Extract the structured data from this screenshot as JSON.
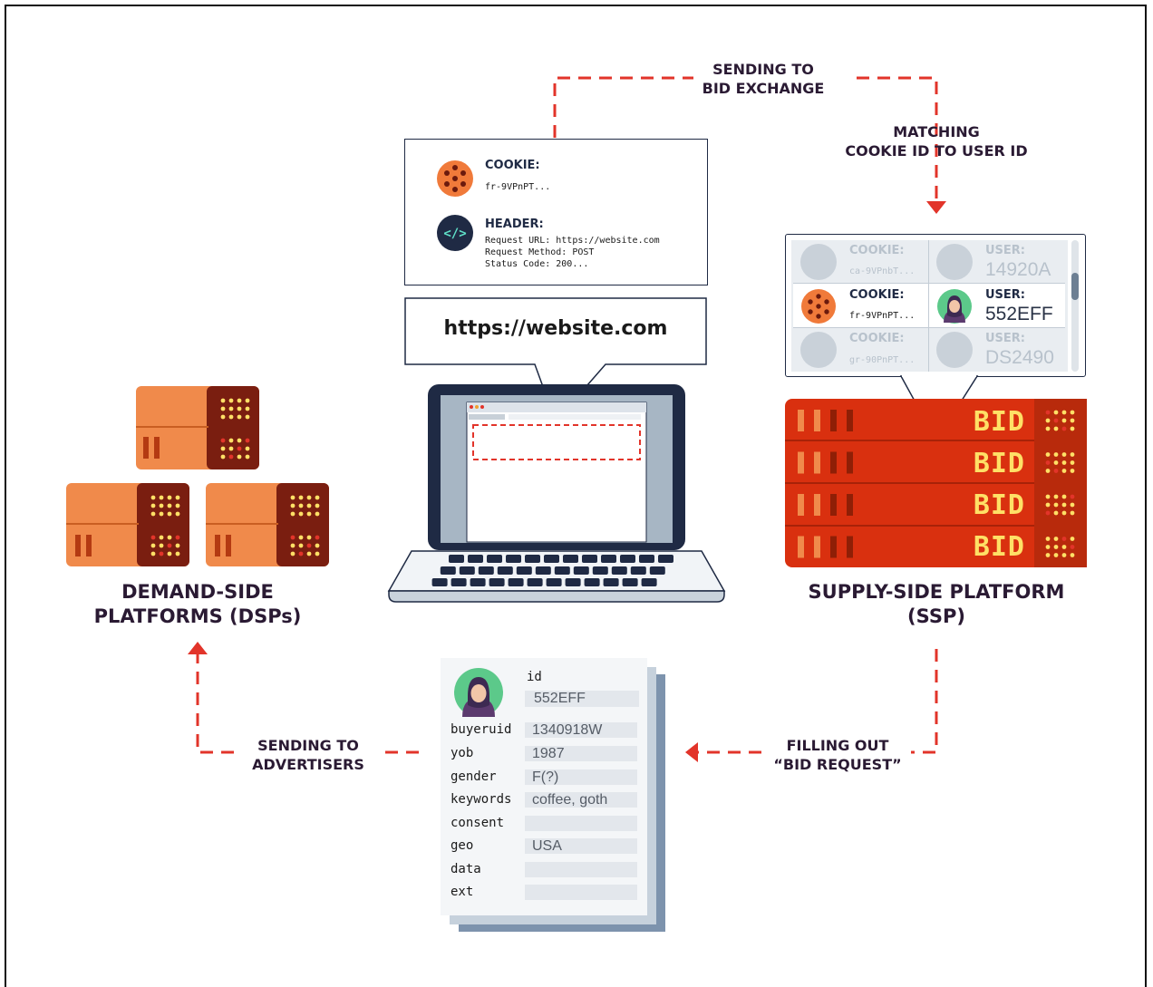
{
  "labels": {
    "sending_to_bid_exchange": [
      "SENDING TO",
      "BID EXCHANGE"
    ],
    "matching": [
      "MATCHING",
      "COOKIE ID TO USER ID"
    ],
    "dsp": [
      "DEMAND-SIDE",
      "PLATFORMS (DSPs)"
    ],
    "ssp": [
      "SUPPLY-SIDE PLATFORM",
      "(SSP)"
    ],
    "sending_to_advertisers": [
      "SENDING TO",
      "ADVERTISERS"
    ],
    "filling_out": [
      "FILLING OUT",
      "“BID REQUEST”"
    ]
  },
  "request_card": {
    "cookie_title": "COOKIE:",
    "cookie_value": "fr-9VPnPT...",
    "header_title": "HEADER:",
    "header_lines": [
      "Request URL: https://website.com",
      "Request Method: POST",
      "Status Code: 200..."
    ],
    "code_icon_text": "</>"
  },
  "url_bubble": "https://website.com",
  "ssp_table": [
    {
      "cookie_label": "COOKIE:",
      "cookie_value": "ca-9VPnbT...",
      "user_label": "USER:",
      "user_value": "14920A"
    },
    {
      "cookie_label": "COOKIE:",
      "cookie_value": "fr-9VPnPT...",
      "user_label": "USER:",
      "user_value": "552EFF"
    },
    {
      "cookie_label": "COOKIE:",
      "cookie_value": "gr-90PnPT...",
      "user_label": "USER:",
      "user_value": "DS2490"
    }
  ],
  "bid_text": "BID",
  "bid_request": {
    "id_label": "id",
    "id_value": "552EFF",
    "rows": [
      {
        "label": "buyeruid",
        "value": "1340918W"
      },
      {
        "label": "yob",
        "value": "1987"
      },
      {
        "label": "gender",
        "value": "F(?)"
      },
      {
        "label": "keywords",
        "value": "coffee, goth"
      },
      {
        "label": "consent",
        "value": ""
      },
      {
        "label": "geo",
        "value": "USA"
      },
      {
        "label": "data",
        "value": ""
      },
      {
        "label": "ext",
        "value": ""
      }
    ]
  },
  "colors": {
    "arrow_red": "#e2342a",
    "bid_red": "#d9300f",
    "dsp_orange": "#f08a4b",
    "dsp_dark": "#7a1e10",
    "navy": "#1f2a44",
    "label_dark": "#2a1a33",
    "bid_yellow": "#ffe066"
  }
}
